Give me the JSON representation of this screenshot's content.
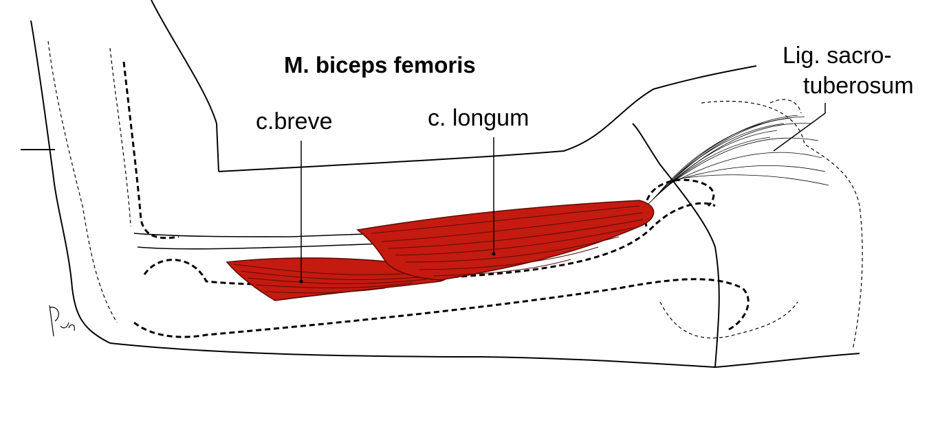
{
  "title": "M. biceps femoris",
  "labels": {
    "caput_breve": "c.breve",
    "caput_longum": "c. longum",
    "ligament_line1": "Lig. sacro-",
    "ligament_line2": "tuberosum"
  },
  "colors": {
    "muscle": "#c41a10",
    "muscle_fiber": "#5a0c06",
    "outline": "#000000",
    "background": "#ffffff"
  }
}
